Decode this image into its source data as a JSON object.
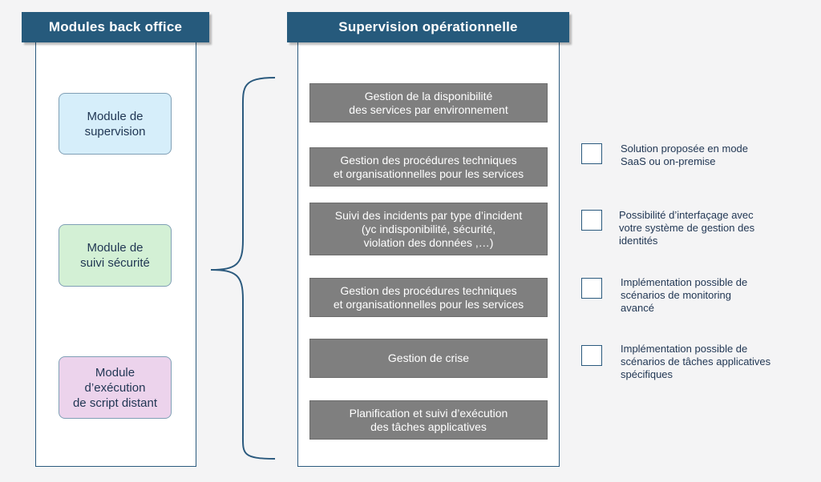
{
  "back_office": {
    "title": "Modules back office",
    "modules": [
      {
        "label": "Module de\nsupervision",
        "color": "#d6eefa"
      },
      {
        "label": "Module de\nsuivi sécurité",
        "color": "#d3f0d5"
      },
      {
        "label": "Module\nd’exécution\nde script distant",
        "color": "#ecd3ec"
      }
    ]
  },
  "supervision": {
    "title": "Supervision opérationnelle",
    "tasks": [
      "Gestion de la disponibilité\ndes services par environnement",
      "Gestion des procédures techniques\net organisationnelles pour les services",
      "Suivi des incidents par type d’incident\n(yc indisponibilité, sécurité,\nviolation des données ,…)",
      "Gestion des procédures techniques\net organisationnelles pour les services",
      "Gestion de crise",
      "Planification et suivi d’exécution\ndes tâches applicatives"
    ]
  },
  "features": [
    "Solution proposée en mode\nSaaS ou on-premise",
    "Possibilité d’interfaçage avec\nvotre système de gestion des\nidentités",
    "Implémentation possible de\nscénarios de monitoring\navancé",
    "Implémentation possible de\nscénarios de tâches applicatives\nspécifiques"
  ],
  "colors": {
    "header": "#265a7c",
    "task": "#7f7f7f",
    "border": "#2b5a7e"
  }
}
